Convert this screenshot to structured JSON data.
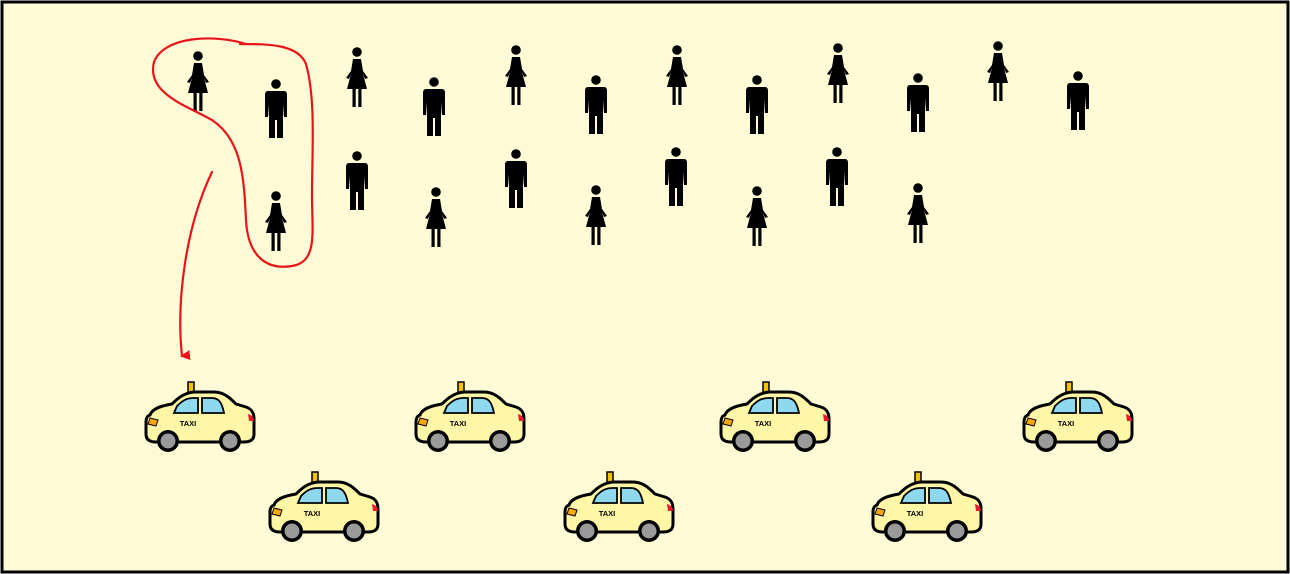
{
  "colors": {
    "background": "#fffbd6",
    "border": "#000000",
    "person": "#000000",
    "annotation": "#e8141a",
    "taxi_body": "#fff6a8",
    "taxi_window": "#8ed8f0",
    "taxi_outline": "#000000",
    "wheel": "#9a9a9a",
    "taxi_sign": "#f2c200",
    "tail_light": "#e81c2a",
    "headlight": "#f7a800"
  },
  "icons": {
    "person_woman": "woman-icon",
    "person_man": "man-icon",
    "taxi": "taxi-icon"
  },
  "taxi": {
    "label": "TAXI"
  },
  "people": {
    "top_row": [
      "woman",
      "man",
      "woman",
      "man",
      "woman",
      "man",
      "woman",
      "man",
      "woman",
      "man",
      "woman",
      "man"
    ],
    "middle_row": [
      "woman",
      "man",
      "woman",
      "man",
      "woman",
      "man",
      "woman",
      "man",
      "woman"
    ],
    "circled_group": 3
  },
  "taxis": {
    "top_row_count": 4,
    "bottom_row_count": 3
  }
}
